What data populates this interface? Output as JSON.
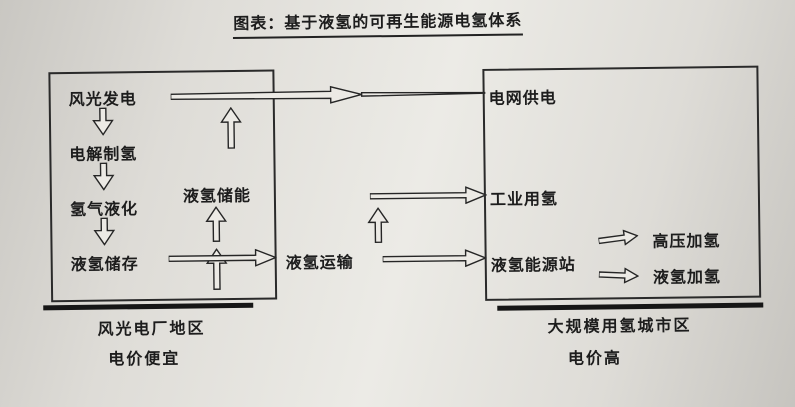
{
  "title": "图表：基于液氢的可再生能源电氢体系",
  "left_box": {
    "chain": [
      "风光发电",
      "电解制氢",
      "氢气液化",
      "液氢储存"
    ],
    "storage_label": "液氢储能"
  },
  "middle": {
    "transport_label": "液氢运输"
  },
  "right_box": {
    "grid_label": "电网供电",
    "industry_label": "工业用氢",
    "station_label": "液氢能源站",
    "outputs": [
      "高压加氢",
      "液氢加氢"
    ]
  },
  "footers": {
    "left_line1": "风光电厂地区",
    "left_line2": "电价便宜",
    "right_line1": "大规模用氢城市区",
    "right_line2": "电价高"
  }
}
